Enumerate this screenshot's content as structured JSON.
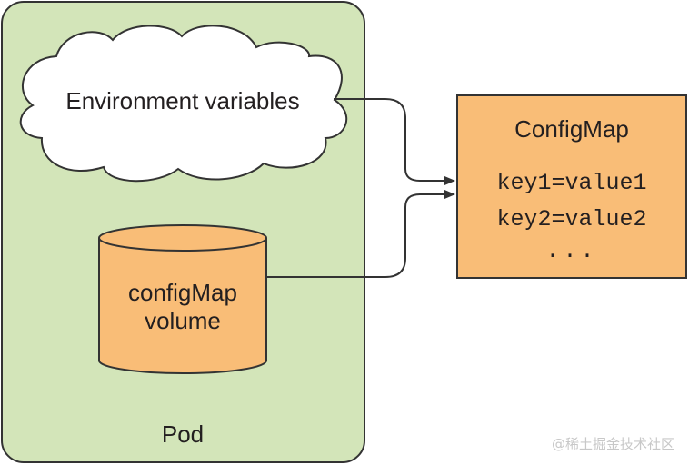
{
  "pod": {
    "label": "Pod",
    "fill": "#d3e5b9"
  },
  "env_cloud": {
    "label": "Environment variables",
    "fill": "#ffffff"
  },
  "volume": {
    "line1": "configMap",
    "line2": "volume",
    "fill": "#f9bd77"
  },
  "configmap": {
    "title": "ConfigMap",
    "entries": [
      "key1=value1",
      "key2=value2",
      "..."
    ],
    "fill": "#f9bd77"
  },
  "stroke_color": "#333333",
  "watermark": "@稀土掘金技术社区"
}
